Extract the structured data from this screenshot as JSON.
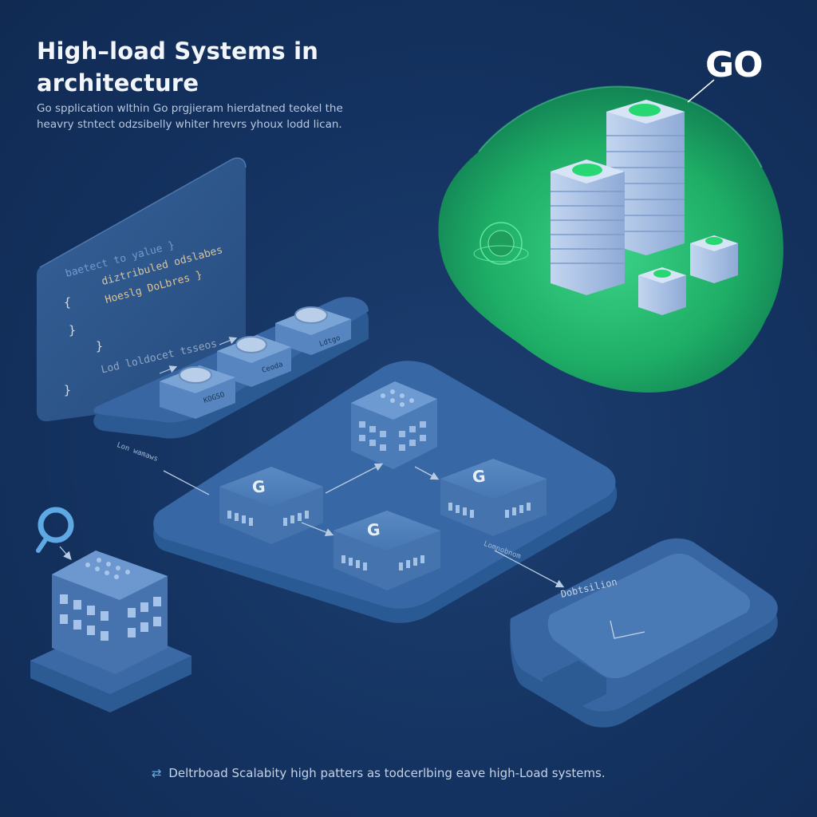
{
  "header": {
    "title_line1": "High–load Systems in",
    "title_line2": "architecture",
    "subtitle_line1": "Go spplication wlthin Go prgjieram hierdatned teokel the",
    "subtitle_line2": "heavry stntect odzsibelly whiter hrevrs yhoux lodd lican."
  },
  "logo": {
    "text": "GO"
  },
  "code_panel": {
    "lines": [
      "baetect to yalue }",
      "diztribuled odslabes",
      "Hoeslg DoLbres }",
      "{",
      "}",
      "}",
      "Lod loldocet tsseos",
      "}"
    ]
  },
  "queue_tags": [
    "Ldtgo",
    "Ceoda",
    "KOGSO"
  ],
  "labels": {
    "left_connector": "Lon wamaws",
    "right_connector": "Lomnobnom",
    "go_server": "G",
    "output_box": "Dobtsilion"
  },
  "footer": {
    "icon": "arrow-icon",
    "text": "Deltrboad Scalabity high patters as todcerlbing eave high-Load systems."
  },
  "colors": {
    "background": "#13305a",
    "platform": "#2f5f98",
    "box": "#3d6ea8",
    "green_cloud": "#22c36a",
    "server_tower": "#a9c3e8",
    "accent_green": "#27d772"
  }
}
